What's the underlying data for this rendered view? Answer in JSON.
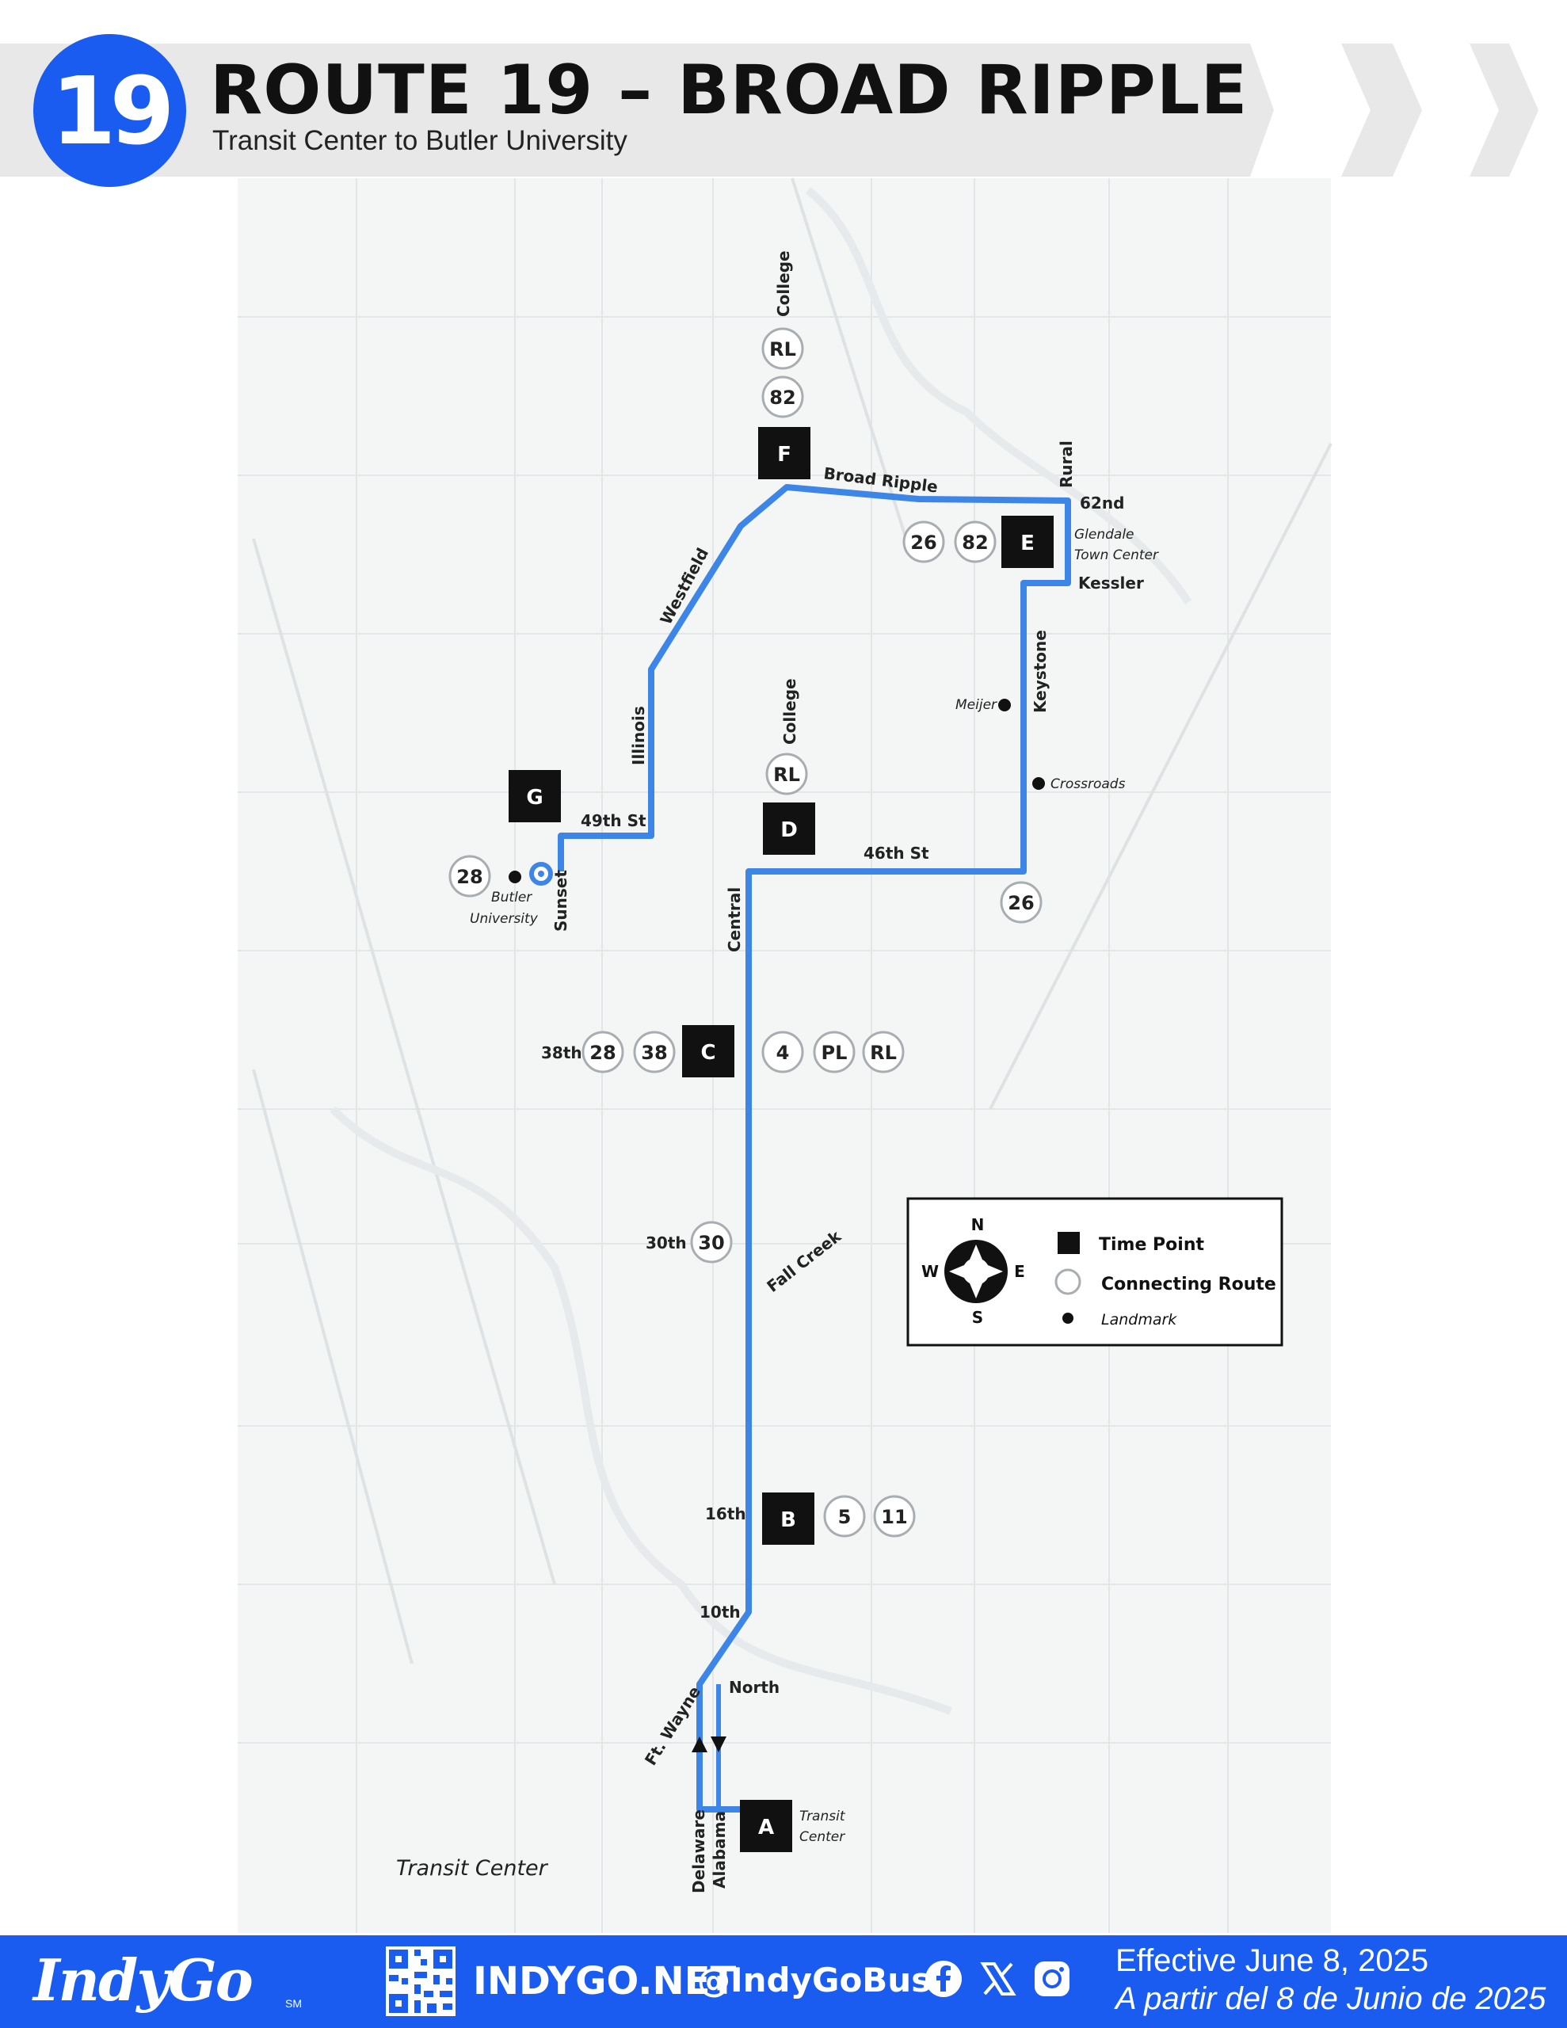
{
  "header": {
    "route_number": "19",
    "title": "ROUTE 19 – BROAD RIPPLE",
    "subtitle": "Transit Center to Butler University"
  },
  "colors": {
    "brand_blue": "#1a5cf0",
    "route_line": "#3d86e8",
    "header_gray": "#e8e8e8",
    "map_bg": "#f4f6f6",
    "time_point": "#111111",
    "connecting_border": "#a8adb2"
  },
  "time_points": [
    "A",
    "B",
    "C",
    "D",
    "E",
    "F",
    "G"
  ],
  "connecting_routes": {
    "college_north": [
      "RL",
      "82"
    ],
    "broad_ripple_east": [
      "26",
      "82"
    ],
    "college_mid": [
      "RL"
    ],
    "butler": [
      "28"
    ],
    "keystone_46th": [
      "26"
    ],
    "at_38th_west": [
      "28",
      "38"
    ],
    "at_38th_east": [
      "4",
      "PL",
      "RL"
    ],
    "at_30th": [
      "30"
    ],
    "at_16th": [
      "5",
      "11"
    ]
  },
  "street_labels": {
    "college_north": "College",
    "college_mid": "College",
    "broad_ripple": "Broad Ripple",
    "rural": "Rural",
    "sixty_second": "62nd",
    "kessler": "Kessler",
    "keystone": "Keystone",
    "westfield": "Westfield",
    "illinois": "Illinois",
    "forty_ninth": "49th St",
    "sunset": "Sunset",
    "forty_sixth": "46th St",
    "central": "Central",
    "thirty_eighth": "38th",
    "thirtieth": "30th",
    "fall_creek": "Fall Creek",
    "sixteenth": "16th",
    "tenth": "10th",
    "north": "North",
    "ft_wayne": "Ft. Wayne",
    "delaware": "Delaware",
    "alabama": "Alabama"
  },
  "landmarks": {
    "glendale_line1": "Glendale",
    "glendale_line2": "Town Center",
    "meijer": "Meijer",
    "crossroads": "Crossroads",
    "butler_line1": "Butler",
    "butler_line2": "University",
    "transit_line1": "Transit",
    "transit_line2": "Center",
    "transit_center_area": "Transit Center"
  },
  "legend": {
    "north": "N",
    "south": "S",
    "east": "E",
    "west": "W",
    "time_point": "Time Point",
    "connecting_route": "Connecting Route",
    "landmark": "Landmark"
  },
  "footer": {
    "logo": "IndyGo",
    "logo_mark": "SM",
    "website": "INDYGO.NET",
    "handle": "@IndyGoBus",
    "social_icons": [
      "facebook-icon",
      "x-icon",
      "instagram-icon"
    ],
    "effective_en": "Effective June 8, 2025",
    "effective_es": "A partir del 8 de Junio de 2025"
  }
}
